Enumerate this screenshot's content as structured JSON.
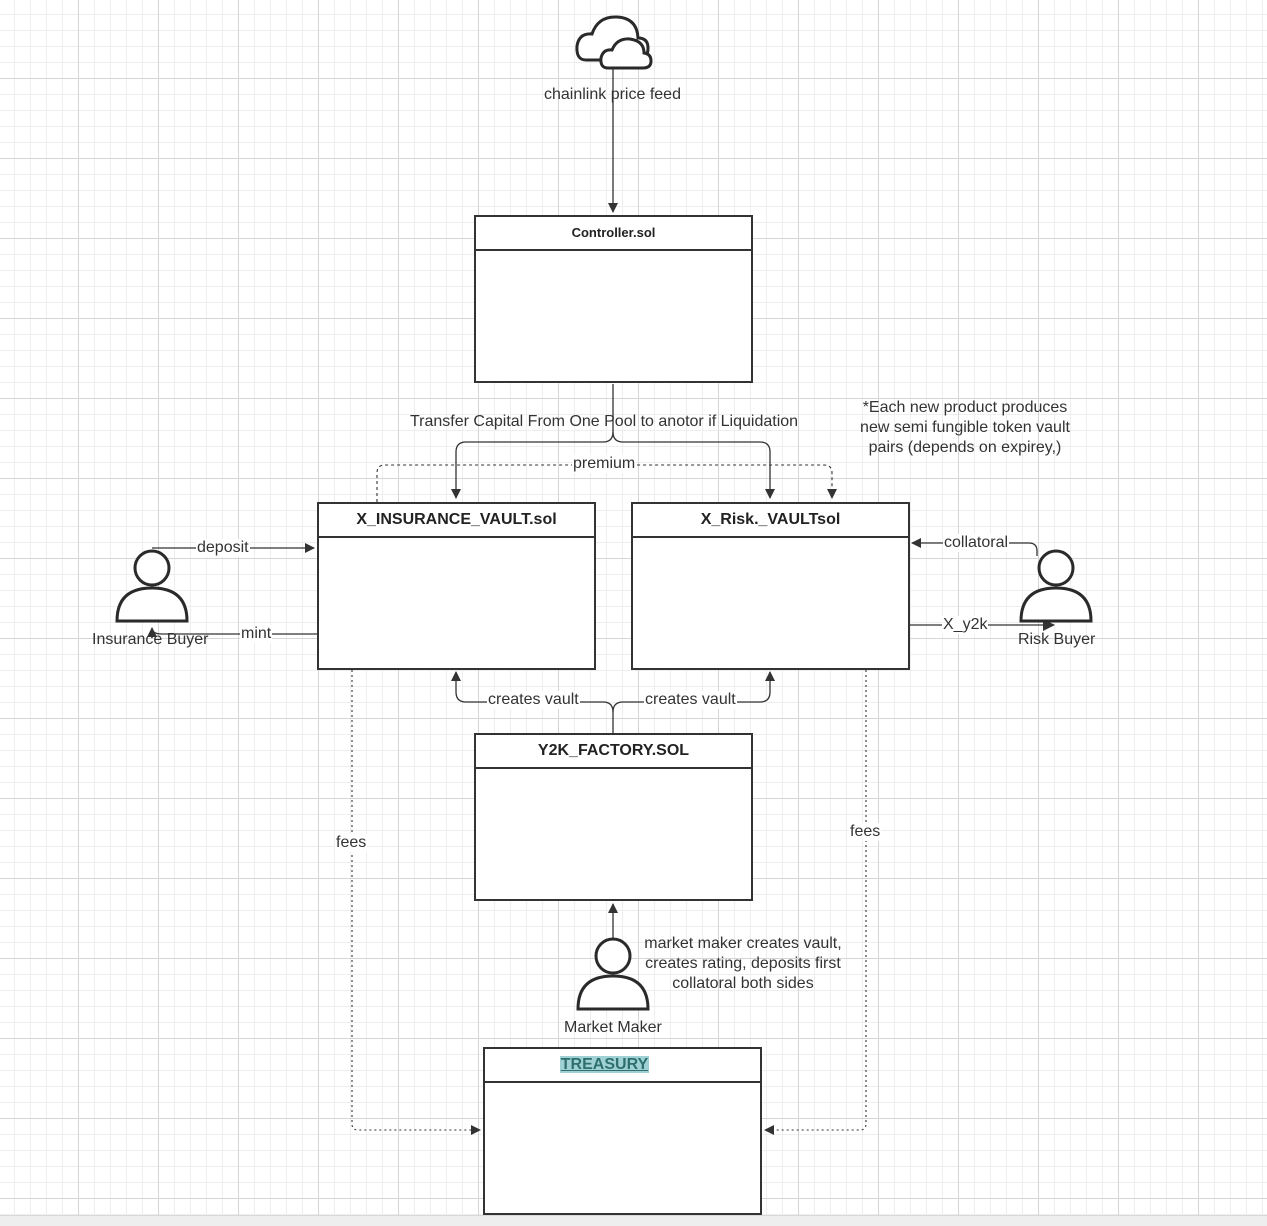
{
  "labels": {
    "cloud": "chainlink price feed",
    "transfer": "Transfer Capital From One Pool to anotor if  Liquidation",
    "premium": "premium",
    "deposit": "deposit",
    "mint": "mint",
    "collatoral": "collatoral",
    "x_y2k": "X_y2k",
    "creates_vault_left": "creates vault",
    "creates_vault_right": "creates vault",
    "fees_left": "fees",
    "fees_right": "fees"
  },
  "notes": {
    "product_note": [
      "*Each new product produces",
      "new semi fungible token vault",
      "pairs (depends on expirey,)"
    ],
    "market_maker_note": [
      "market maker creates vault,",
      "creates rating, deposits first",
      "collatoral both sides"
    ]
  },
  "boxes": {
    "controller": "Controller.sol",
    "insurance_vault": "X_INSURANCE_VAULT.sol",
    "risk_vault": "X_Risk._VAULTsol",
    "factory": "Y2K_FACTORY.SOL",
    "treasury": "TREASURY"
  },
  "actors": {
    "insurance_buyer": "Insurance Buyer",
    "risk_buyer": "Risk Buyer",
    "market_maker": "Market Maker"
  },
  "colors": {
    "stroke": "#333333",
    "treasury_highlight": "#9fd1d3",
    "treasury_text": "#2f6f6f"
  }
}
